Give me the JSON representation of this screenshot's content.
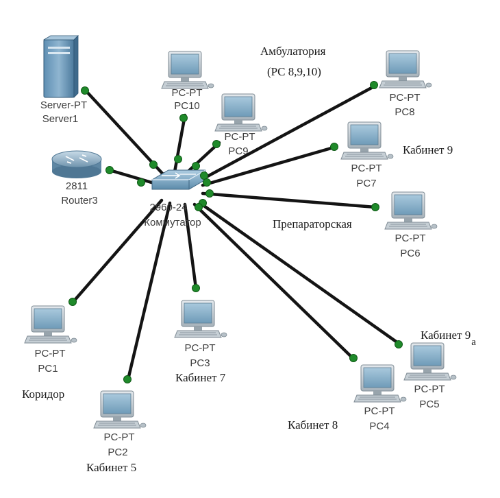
{
  "devices": {
    "server1": {
      "type_label": "Server-PT",
      "name_label": "Server1"
    },
    "router3": {
      "type_label": "2811",
      "name_label": "Router3"
    },
    "switch": {
      "type_label": "2960-24",
      "name_label": "Коммутатор"
    },
    "pc10": {
      "type_label": "PC-PT",
      "name_label": "PC10"
    },
    "pc9": {
      "type_label": "PC-PT",
      "name_label": "PC9"
    },
    "pc8": {
      "type_label": "PC-PT",
      "name_label": "PC8"
    },
    "pc7": {
      "type_label": "PC-PT",
      "name_label": "PC7"
    },
    "pc6": {
      "type_label": "PC-PT",
      "name_label": "PC6"
    },
    "pc5": {
      "type_label": "PC-PT",
      "name_label": "PC5"
    },
    "pc4": {
      "type_label": "PC-PT",
      "name_label": "PC4"
    },
    "pc3": {
      "type_label": "PC-PT",
      "name_label": "PC3"
    },
    "pc2": {
      "type_label": "PC-PT",
      "name_label": "PC2"
    },
    "pc1": {
      "type_label": "PC-PT",
      "name_label": "PC1"
    }
  },
  "rooms": {
    "ambulatory_title": "Амбулатория",
    "ambulatory_pcs": "(PC 8,9,10)",
    "cabinet9": "Кабинет 9",
    "preparatory": "Препараторская",
    "cabinet9a": "Кабинет 9",
    "cabinet9a_sub": "а",
    "cabinet8": "Кабинет 8",
    "cabinet7": "Кабинет 7",
    "cabinet5": "Кабинет 5",
    "corridor": "Коридор"
  },
  "colors": {
    "link": "#141414",
    "port": "#1f8a2a",
    "monitor_frame": "#b9c4cc",
    "screen": "#7fa9c4"
  }
}
